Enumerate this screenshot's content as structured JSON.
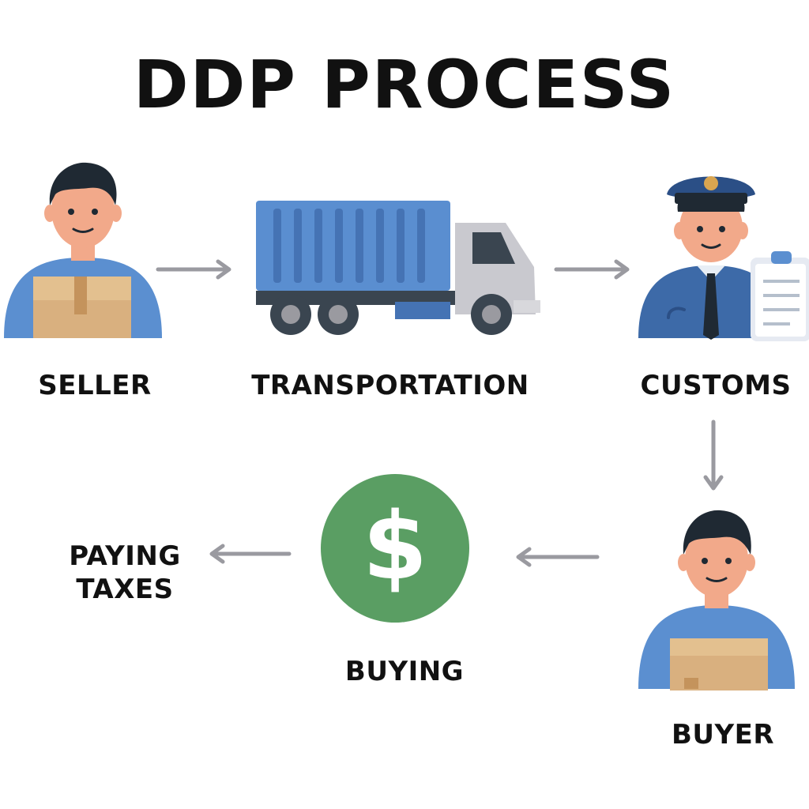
{
  "diagram": {
    "title": "DDP PROCESS",
    "nodes": {
      "seller": {
        "label": "SELLER",
        "icon": "seller-person-with-box-icon"
      },
      "transportation": {
        "label": "TRANSPORTATION",
        "icon": "truck-icon"
      },
      "customs": {
        "label": "CUSTOMS",
        "icon": "customs-officer-icon"
      },
      "buyer": {
        "label": "BUYER",
        "icon": "buyer-person-with-box-icon"
      },
      "buying": {
        "label": "BUYING",
        "icon": "dollar-coin-icon"
      },
      "paying_taxes": {
        "label_line1": "PAYING",
        "label_line2": "TAXES"
      }
    },
    "flow": [
      [
        "SELLER",
        "TRANSPORTATION"
      ],
      [
        "TRANSPORTATION",
        "CUSTOMS"
      ],
      [
        "CUSTOMS",
        "BUYER"
      ],
      [
        "BUYER",
        "BUYING"
      ],
      [
        "BUYING",
        "PAYING TAXES"
      ]
    ],
    "colors": {
      "shirt_blue": "#5b8fd0",
      "truck_blue": "#5a8ed0",
      "officer_blue": "#3d6aa8",
      "skin": "#f2a98a",
      "hair": "#1f2933",
      "box": "#d9b07f",
      "coin_green": "#5a9e63",
      "arrow_gray": "#9a9aa0"
    }
  }
}
